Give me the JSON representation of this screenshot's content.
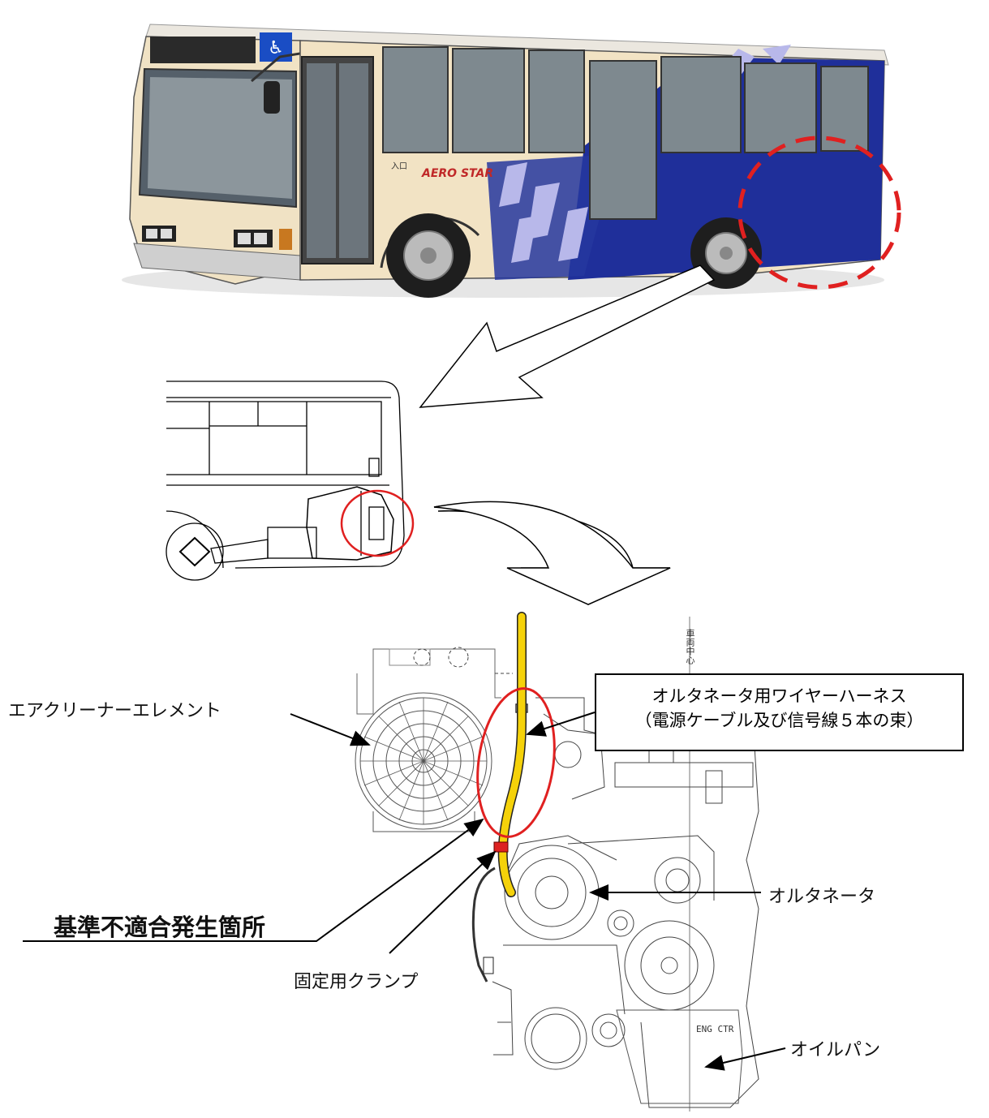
{
  "bus_photo": {
    "brand_logo": "AERO STAR",
    "entrance_mark": "入口",
    "accessibility_icon": "wheelchair-icon"
  },
  "labels": {
    "air_cleaner": "エアクリーナーエレメント",
    "harness_title": "オルタネータ用ワイヤーハーネス",
    "harness_sub": "（電源ケーブル及び信号線５本の束）",
    "nonconformity": "基準不適合発生箇所",
    "clamp": "固定用クランプ",
    "alternator": "オルタネータ",
    "oil_pan": "オイルパン",
    "vehicle_center": "車両中心",
    "eng_ctr": "ENG CTR"
  },
  "colors": {
    "highlight_red": "#e02020",
    "harness_yellow": "#f5d20a",
    "bus_blue": "#1f2f9a",
    "bus_cream": "#f2e3c4"
  }
}
